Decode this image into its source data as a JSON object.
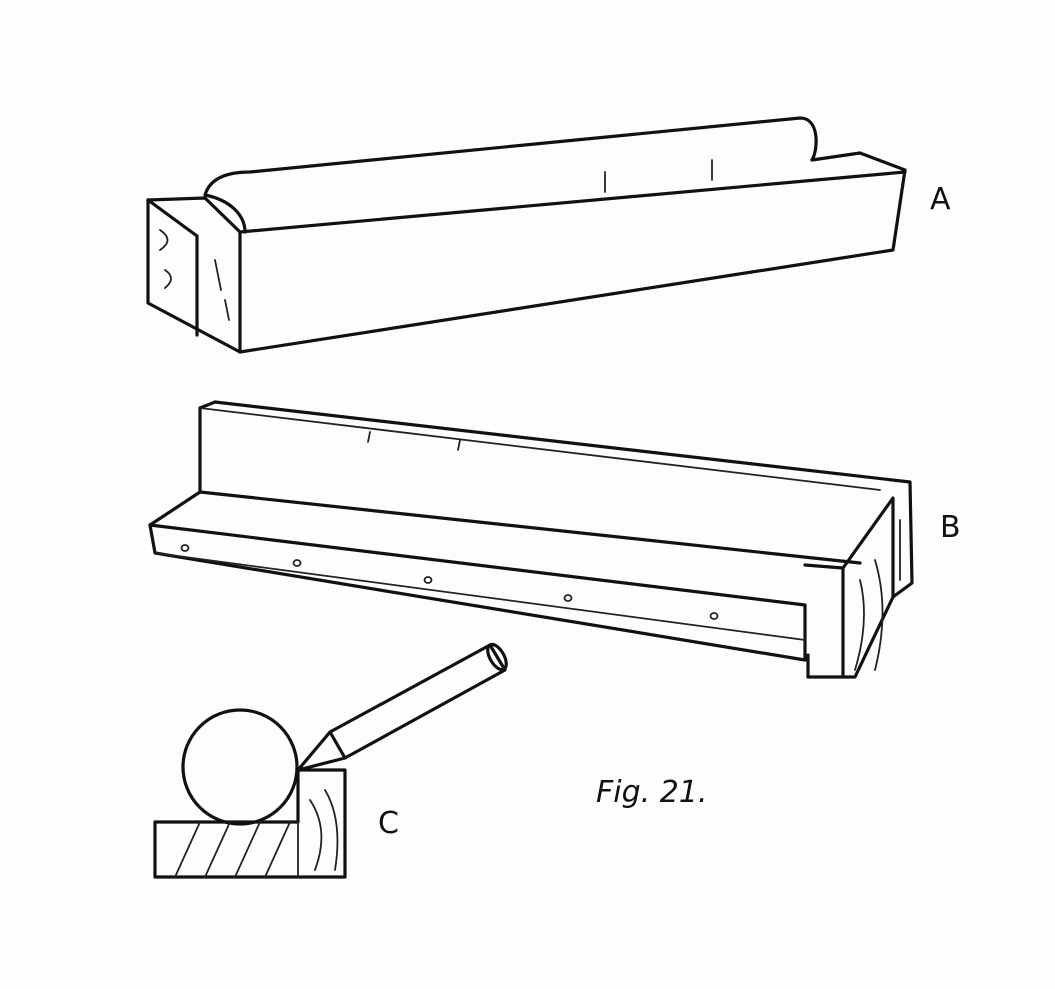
{
  "figure": {
    "labels": {
      "a": "A",
      "b": "B",
      "c": "C"
    },
    "caption": "Fig. 21."
  }
}
